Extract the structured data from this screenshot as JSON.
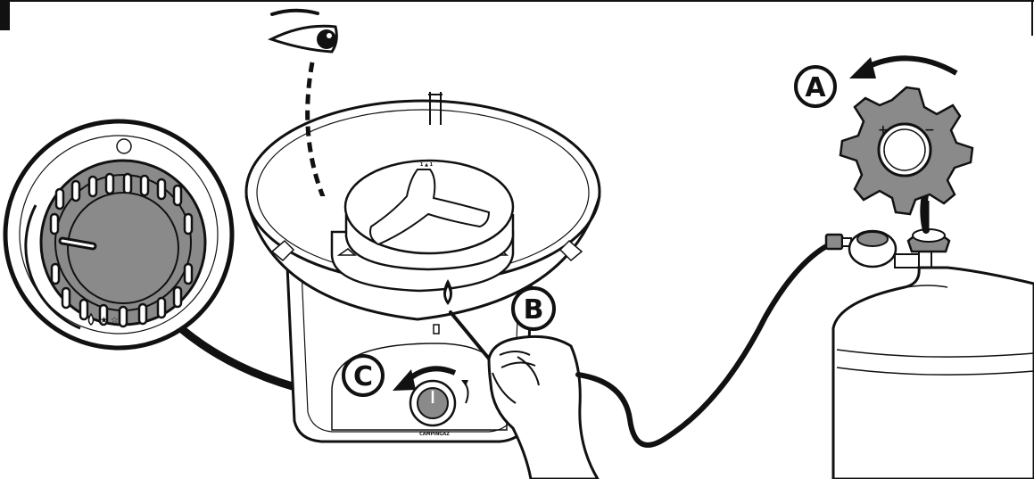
{
  "callouts": {
    "a": "A",
    "b": "B",
    "c": "C"
  },
  "stove_brand_label": "CAMPINGAZ",
  "regulator_marks": {
    "plus": "+",
    "minus": "−"
  },
  "colors": {
    "line": "#111111",
    "fill_dark": "#8a8a8a",
    "fill_light": "#ffffff"
  }
}
